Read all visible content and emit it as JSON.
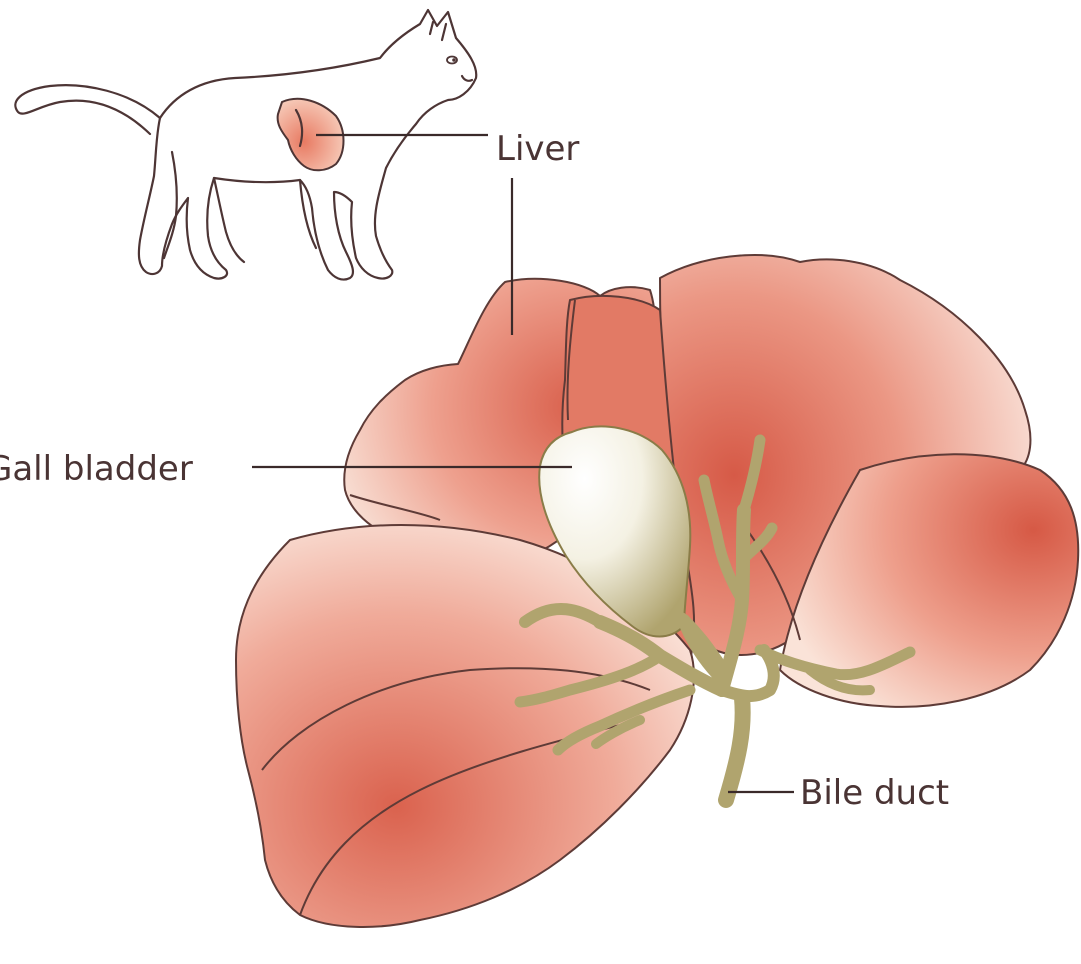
{
  "labels": {
    "liver": "Liver",
    "gall_bladder": "Gall bladder",
    "bile_duct": "Bile duct"
  },
  "colors": {
    "lobe_light": "#f7ddd0",
    "lobe_mid": "#eea08e",
    "lobe_deep": "#d9604c",
    "bile": "#b0a46e",
    "gall_highlight": "#ffffff",
    "outline": "#4d3535",
    "label_text": "#4a3434"
  }
}
